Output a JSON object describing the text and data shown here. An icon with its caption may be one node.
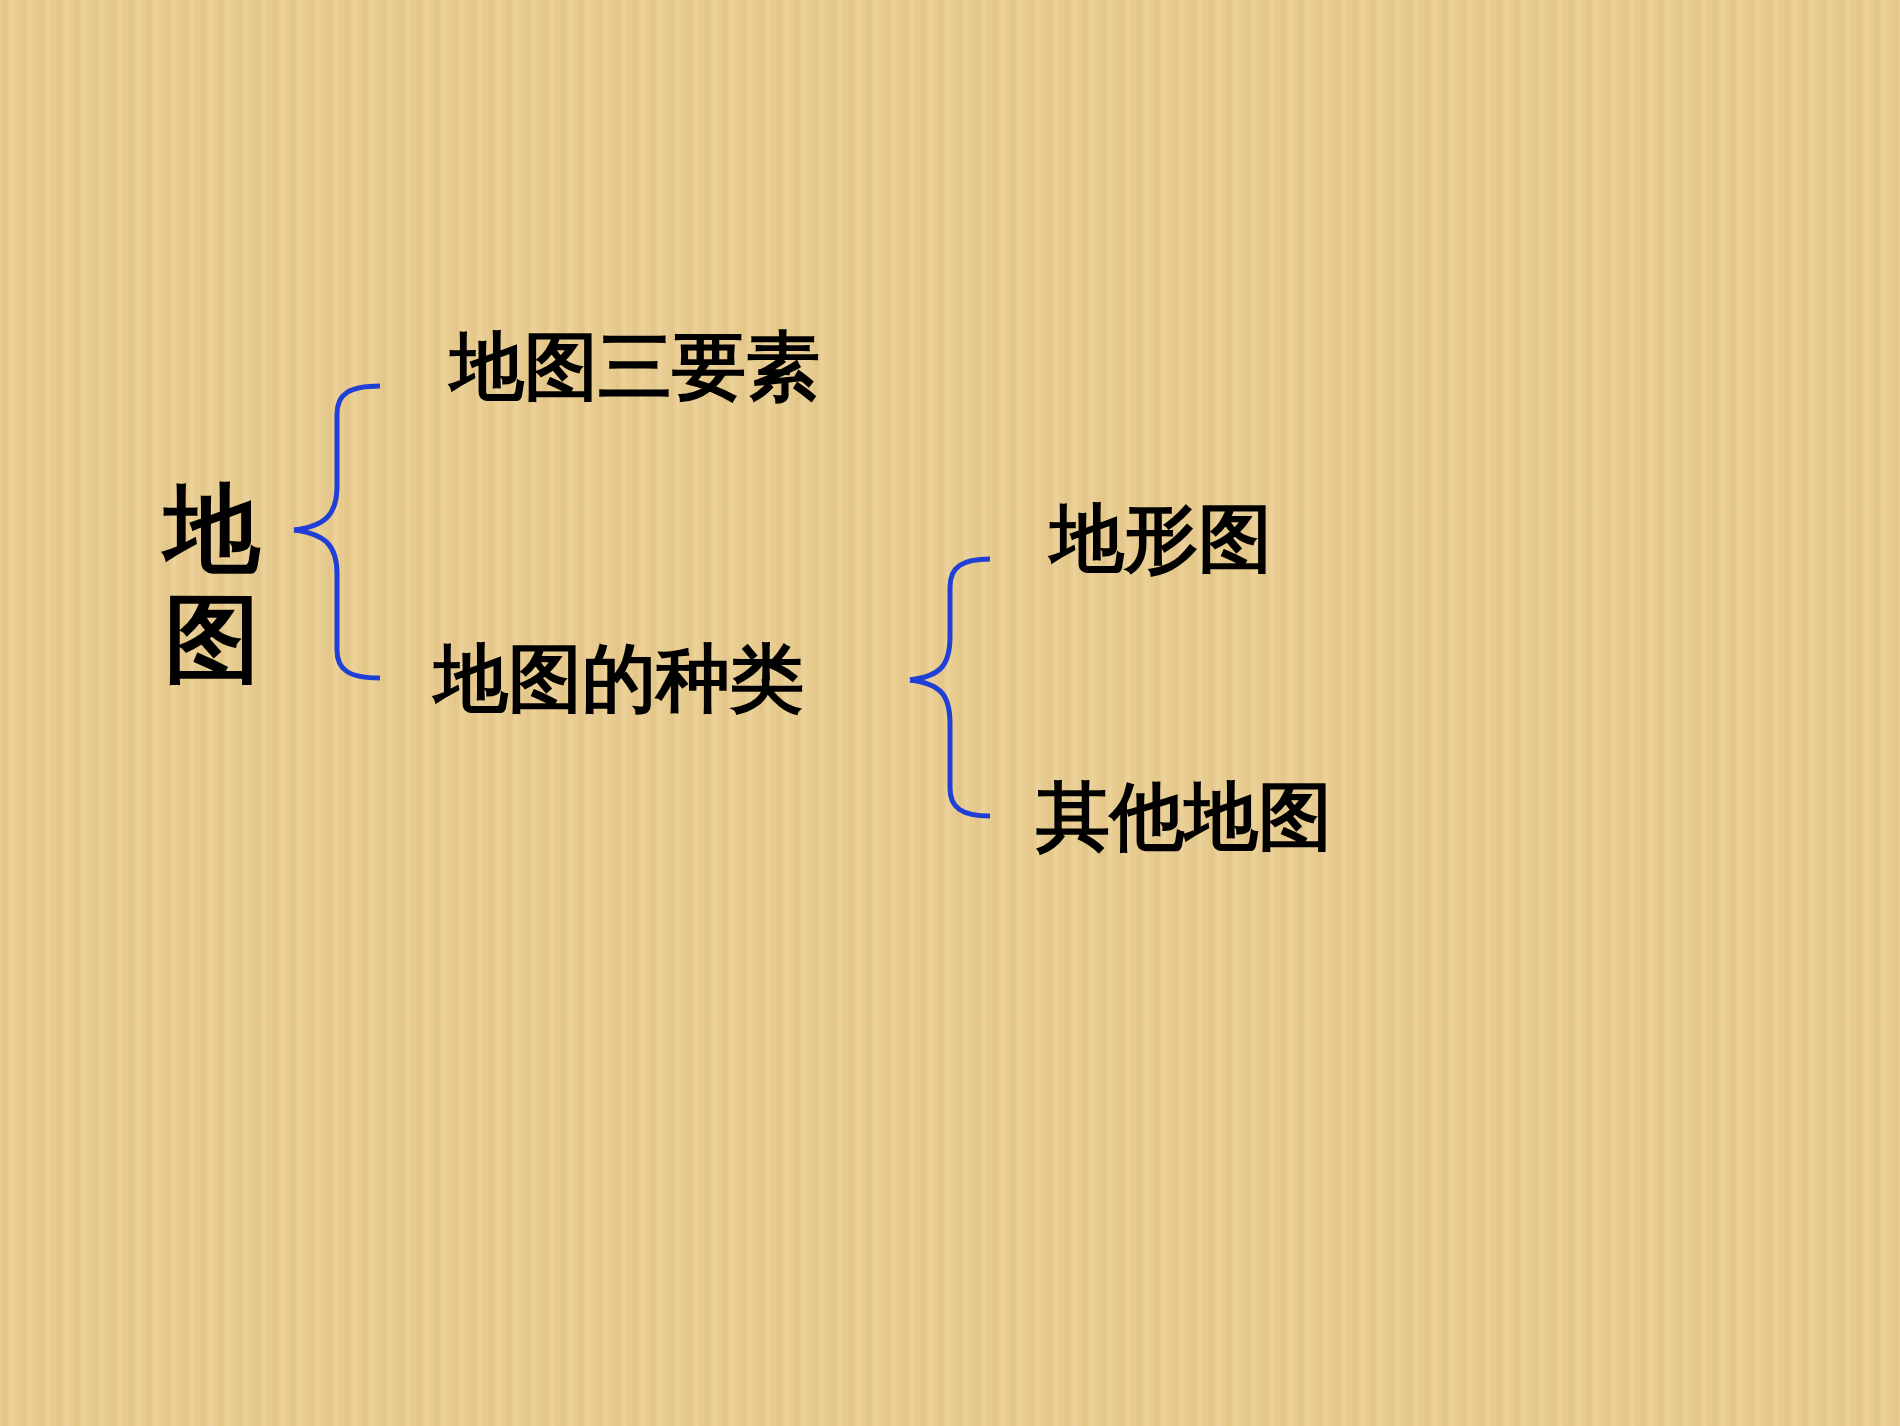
{
  "diagram": {
    "nodes": [
      {
        "text": [
          "地图"
        ]
      },
      {
        "text": [
          "地图三要素"
        ]
      },
      {
        "text": [
          "地图的种类"
        ]
      },
      {
        "text": [
          "地形图"
        ]
      },
      {
        "text": [
          "其他地图"
        ]
      }
    ],
    "edges": [
      {
        "from": 0,
        "to": 1,
        "arrow": "none"
      },
      {
        "from": 0,
        "to": 2,
        "arrow": "none"
      },
      {
        "from": 2,
        "to": 3,
        "arrow": "none"
      },
      {
        "from": 2,
        "to": 4,
        "arrow": "none"
      }
    ]
  }
}
